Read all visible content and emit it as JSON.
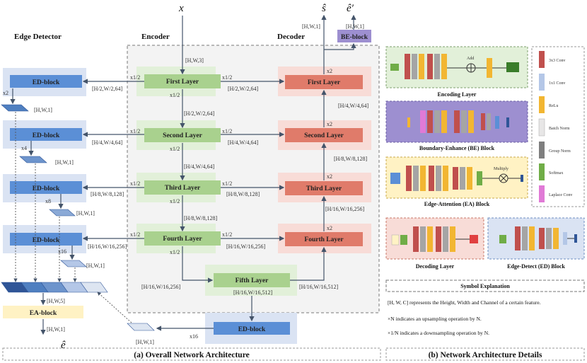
{
  "titles": {
    "edge_detector": "Edge Detector",
    "encoder": "Encoder",
    "decoder": "Decoder"
  },
  "vars": {
    "x": "x",
    "s_hat": "ŝ",
    "e_hat_prime": "ê′",
    "e_hat": "ê"
  },
  "blocks": {
    "be_block": "BE-block",
    "ed_block": "ED-block",
    "ea_block": "EA-block",
    "encoder_layers": [
      "First Layer",
      "Second Layer",
      "Third Layer",
      "Fourth Layer",
      "Fifth Layer"
    ],
    "decoder_layers": [
      "First Layer",
      "Second Layer",
      "Third Layer",
      "Fourth Layer"
    ]
  },
  "dims": {
    "input": "[H,W,3]",
    "hw1": "[H,W,1]",
    "hw5": "[H,W,5]",
    "d2_64": "[H/2,W/2,64]",
    "d4_64": "[H/4,W/4,64]",
    "d8_128": "[H/8,W/8,128]",
    "d16_256": "[H/16,W/16,256]",
    "d16_512": "[H/16,W/16,512]"
  },
  "scales": {
    "down2": "x1/2",
    "up2": "x2",
    "up4": "x4",
    "up8": "x8",
    "up16": "x16"
  },
  "legend": [
    "3x3 Conv",
    "1x1 Conv",
    "ReLu",
    "Batch Norm",
    "Group Norm",
    "Softmax",
    "Laplace Conv"
  ],
  "ops": {
    "add": "Add",
    "multiply": "Multiply"
  },
  "details": {
    "encoding_layer": "Encoding Layer",
    "be_block": "Boundary-Enhance (BE) Block",
    "ea_block": "Edge-Attention (EA) Block",
    "decoding_layer": "Decoding Layer",
    "ed_block": "Edge-Detect (ED) Block"
  },
  "symbols": {
    "title": "Symbol Explanation",
    "s1": "[H, W, C] represents the Height, Width and Channel of a certain feature.",
    "s2": "×N indicates an upsampling operation by N.",
    "s3": "×1/N indicates a downsampling operation by N."
  },
  "footer": {
    "a": "(a) Overall Network Architecture",
    "b": "(b) Network Architecture Details"
  },
  "colors": {
    "encoder": "#a9d18e",
    "decoder": "#e07b6a",
    "ed": "#5b8fd6",
    "be": "#9d8fd0",
    "ea": "#fff2c4"
  }
}
